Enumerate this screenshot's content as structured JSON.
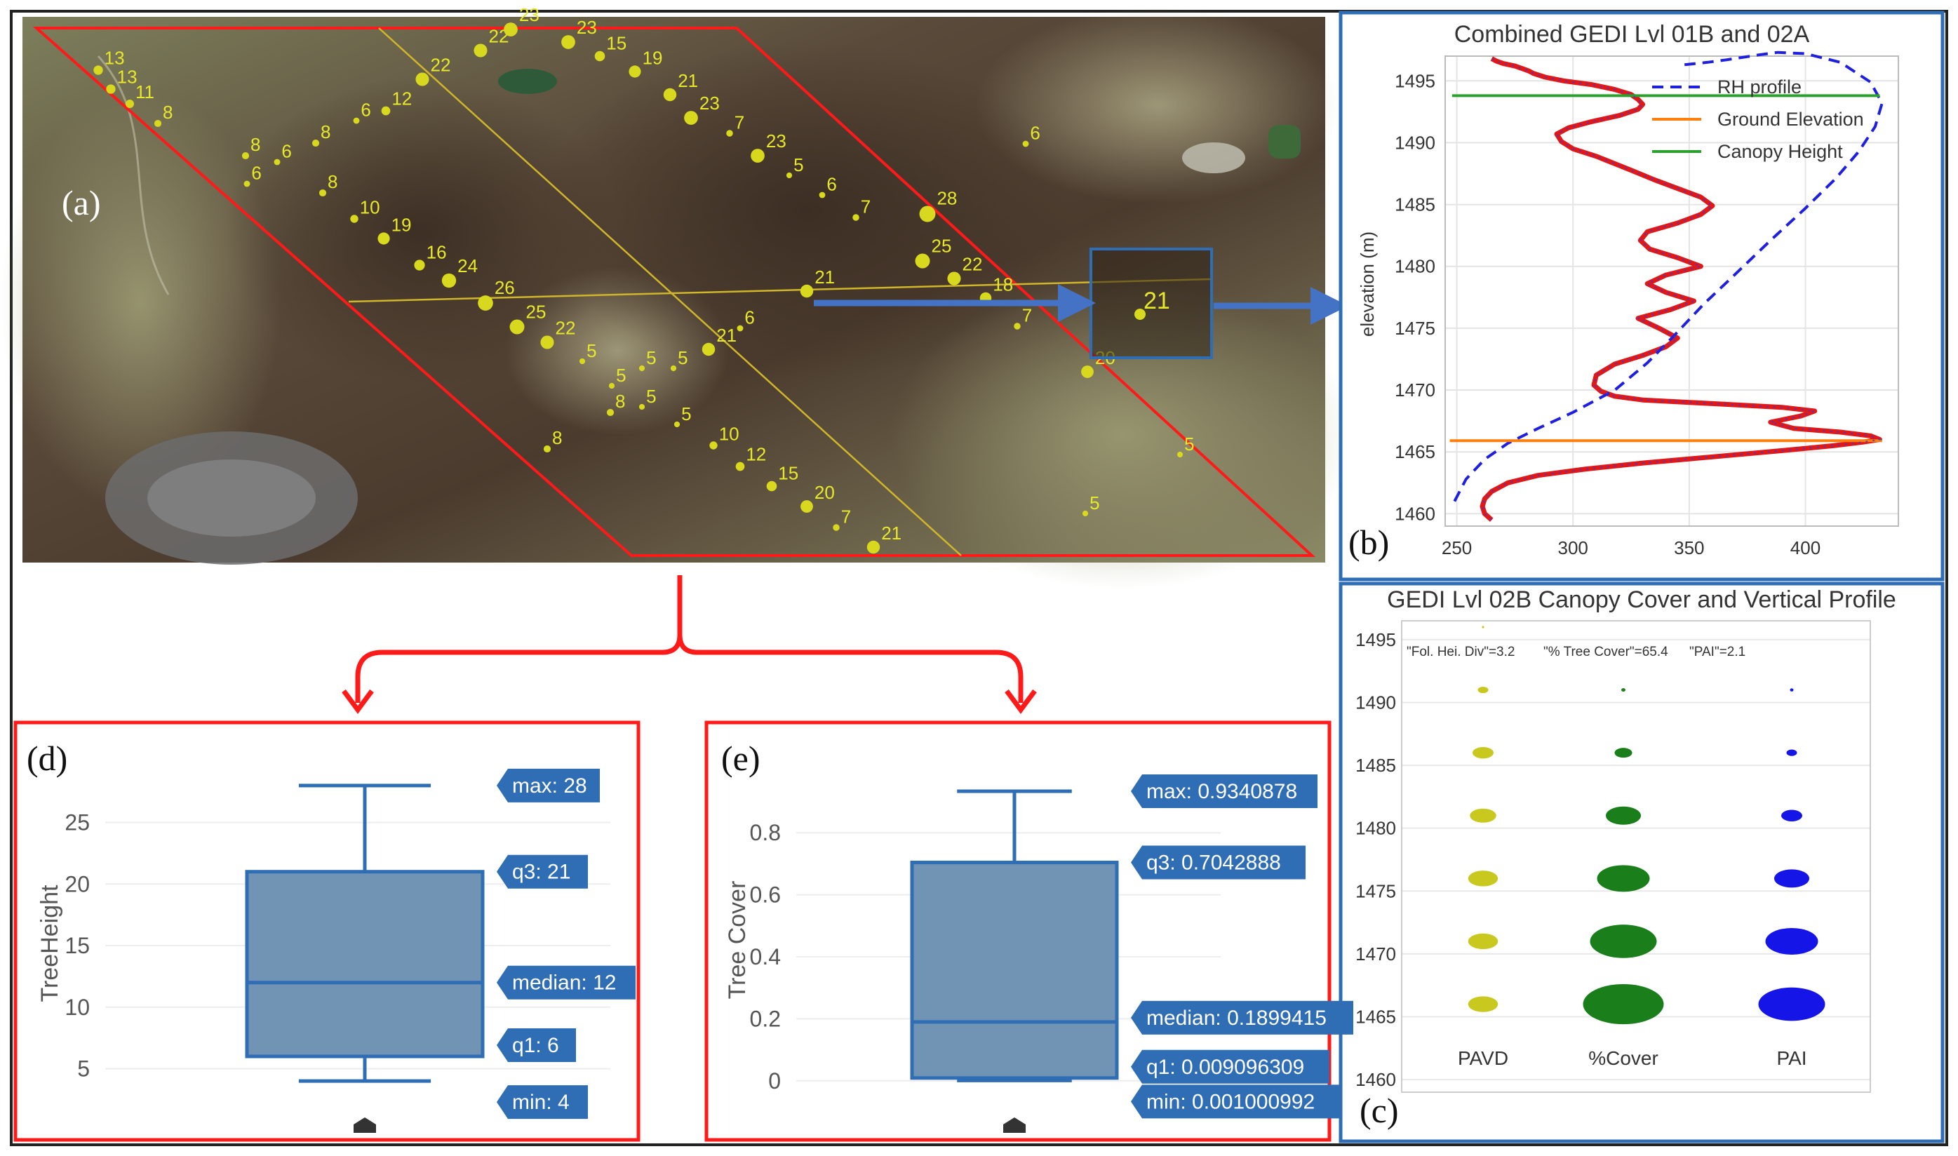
{
  "panels": {
    "a": {
      "label": "(a)",
      "points": [
        {
          "v": "13"
        },
        {
          "v": "13"
        },
        {
          "v": "11"
        },
        {
          "v": "8"
        },
        {
          "v": "8"
        },
        {
          "v": "6"
        },
        {
          "v": "6"
        },
        {
          "v": "8"
        },
        {
          "v": "8"
        },
        {
          "v": "12"
        },
        {
          "v": "22"
        },
        {
          "v": "6"
        },
        {
          "v": "10"
        },
        {
          "v": "19"
        },
        {
          "v": "16"
        },
        {
          "v": "24"
        },
        {
          "v": "26"
        },
        {
          "v": "25"
        },
        {
          "v": "22"
        },
        {
          "v": "5"
        },
        {
          "v": "5"
        },
        {
          "v": "5"
        },
        {
          "v": "8"
        },
        {
          "v": "5"
        },
        {
          "v": "5"
        },
        {
          "v": "8"
        },
        {
          "v": "22"
        },
        {
          "v": "23"
        },
        {
          "v": "23"
        },
        {
          "v": "15"
        },
        {
          "v": "19"
        },
        {
          "v": "21"
        },
        {
          "v": "23"
        },
        {
          "v": "7"
        },
        {
          "v": "23"
        },
        {
          "v": "5"
        },
        {
          "v": "6"
        },
        {
          "v": "7"
        },
        {
          "v": "28"
        },
        {
          "v": "6"
        },
        {
          "v": "21"
        },
        {
          "v": "25"
        },
        {
          "v": "22"
        },
        {
          "v": "18"
        },
        {
          "v": "7"
        },
        {
          "v": "20"
        },
        {
          "v": "21"
        },
        {
          "v": "6"
        },
        {
          "v": "5"
        },
        {
          "v": "10"
        },
        {
          "v": "12"
        },
        {
          "v": "15"
        },
        {
          "v": "20"
        },
        {
          "v": "7"
        },
        {
          "v": "21"
        },
        {
          "v": "5"
        },
        {
          "v": "5"
        }
      ],
      "inset_value": "21"
    },
    "b": {
      "label": "(b)",
      "chart_data": {
        "type": "line",
        "title": "Combined GEDI Lvl 01B and 02A",
        "ylabel": "elevation (m)",
        "xlabel": "",
        "xlim": [
          245,
          440
        ],
        "ylim": [
          1459,
          1497
        ],
        "xticks": [
          250,
          300,
          350,
          400
        ],
        "yticks": [
          1460,
          1465,
          1470,
          1475,
          1480,
          1485,
          1490,
          1495
        ],
        "grid": true,
        "legend": "top-right",
        "series": [
          {
            "name": "RH profile",
            "style": "dashed",
            "color": "#1f1fe0",
            "x": [
              249,
              254,
              262,
              272,
              285,
              300,
              318,
              332,
              343,
              356,
              370,
              385,
              400,
              413,
              423,
              430,
              433,
              428,
              415,
              400,
              388,
              380,
              373,
              366,
              358,
              348
            ],
            "y": [
              1461,
              1462.8,
              1464.4,
              1465.7,
              1466.9,
              1468.2,
              1470,
              1472.2,
              1474.3,
              1476.9,
              1479.4,
              1482.1,
              1484.7,
              1487.1,
              1489.3,
              1491.3,
              1493.2,
              1494.9,
              1496.5,
              1497.2,
              1497.3,
              1497.1,
              1496.9,
              1496.7,
              1496.5,
              1496.3
            ]
          },
          {
            "name": "Ground Elevation",
            "style": "solid",
            "color": "#ff7f0e",
            "x": [
              247,
              433
            ],
            "y": [
              1465.9,
              1465.9
            ]
          },
          {
            "name": "Canopy Height",
            "style": "solid",
            "color": "#2ca02c",
            "x": [
              248,
              432
            ],
            "y": [
              1493.8,
              1493.8
            ]
          }
        ],
        "waveform": {
          "name": "",
          "color": "#e01818",
          "x": [
            265,
            262,
            261,
            262,
            265,
            272,
            285,
            305,
            330,
            360,
            390,
            412,
            425,
            432,
            428,
            415,
            395,
            385,
            398,
            404,
            390,
            360,
            330,
            318,
            312,
            309,
            310,
            318,
            330,
            340,
            345,
            337,
            328,
            342,
            352,
            340,
            332,
            340,
            355,
            345,
            333,
            329,
            332,
            345,
            355,
            360,
            355,
            345,
            335,
            326,
            318,
            310,
            300,
            295,
            293,
            298,
            308,
            320,
            328,
            330,
            328,
            325,
            318,
            308,
            296,
            288,
            283,
            281,
            278,
            275,
            270,
            267,
            265
          ],
          "y": [
            1459.5,
            1460,
            1460.6,
            1461.2,
            1461.8,
            1462.5,
            1463.1,
            1463.6,
            1464.1,
            1464.6,
            1465.1,
            1465.5,
            1465.8,
            1466,
            1466.3,
            1466.6,
            1466.9,
            1467.4,
            1467.9,
            1468.3,
            1468.6,
            1468.9,
            1469.2,
            1469.5,
            1469.9,
            1470.4,
            1471.2,
            1472.1,
            1472.8,
            1473.5,
            1474.2,
            1475,
            1475.8,
            1476.5,
            1477.2,
            1477.9,
            1478.6,
            1479.3,
            1480,
            1480.7,
            1481.4,
            1482.1,
            1482.8,
            1483.5,
            1484.2,
            1484.9,
            1485.6,
            1486.3,
            1487,
            1487.7,
            1488.3,
            1488.9,
            1489.5,
            1490.1,
            1490.7,
            1491.2,
            1491.7,
            1492.2,
            1492.7,
            1493.1,
            1493.5,
            1493.9,
            1494.3,
            1494.7,
            1495,
            1495.3,
            1495.6,
            1495.8,
            1496,
            1496.2,
            1496.4,
            1496.6,
            1496.8
          ]
        }
      }
    },
    "c": {
      "label": "(c)",
      "chart_data": {
        "type": "scatter",
        "title": "GEDI Lvl 02B Canopy Cover and Vertical Profile",
        "ylim": [
          1459,
          1496.5
        ],
        "yticks": [
          1460,
          1465,
          1470,
          1475,
          1480,
          1485,
          1490,
          1495
        ],
        "grid": true,
        "categories": [
          "PAVD",
          "%Cover",
          "PAI"
        ],
        "annotations": [
          "\"Fol. Hei. Div\"=3.2",
          "\"% Tree Cover\"=65.4",
          "\"PAI\"=2.1"
        ],
        "series": [
          {
            "name": "PAVD",
            "color": "#c8c81e",
            "y": [
              1496,
              1491,
              1486,
              1481,
              1476,
              1471,
              1466
            ],
            "size": [
              0.06,
              0.3,
              0.6,
              0.75,
              0.85,
              0.85,
              0.85
            ]
          },
          {
            "name": "%Cover",
            "color": "#1a7f1a",
            "y": [
              1491,
              1486,
              1481,
              1476,
              1471,
              1466
            ],
            "size": [
              0.12,
              0.5,
              1.0,
              1.5,
              1.9,
              2.3
            ]
          },
          {
            "name": "PAI",
            "color": "#1515e8",
            "y": [
              1491,
              1486,
              1481,
              1476,
              1471,
              1466
            ],
            "size": [
              0.1,
              0.3,
              0.6,
              1.0,
              1.5,
              1.9
            ]
          }
        ]
      }
    },
    "d": {
      "label": "(d)",
      "chart_data": {
        "type": "box",
        "ylabel": "TreeHeight",
        "ylim": [
          1.5,
          29.7
        ],
        "yticks": [
          5,
          10,
          15,
          20,
          25
        ],
        "stats": {
          "min": 4,
          "q1": 6,
          "median": 12,
          "q3": 21,
          "max": 28
        },
        "labels": {
          "max": "max: 28",
          "q3": "q3: 21",
          "median": "median: 12",
          "q1": "q1: 6",
          "min": "min: 4"
        }
      }
    },
    "e": {
      "label": "(e)",
      "chart_data": {
        "type": "box",
        "ylabel": "Tree Cover",
        "ylim": [
          -0.1,
          1.02
        ],
        "yticks": [
          0,
          0.2,
          0.4,
          0.6,
          0.8
        ],
        "stats": {
          "min": 0.001000992,
          "q1": 0.009096309,
          "median": 0.1899415,
          "q3": 0.7042888,
          "max": 0.9340878
        },
        "labels": {
          "max": "max: 0.9340878",
          "q3": "q3: 0.7042888",
          "median": "median: 0.1899415",
          "q1": "q1: 0.009096309",
          "min": "min: 0.001000992"
        }
      }
    }
  },
  "colors": {
    "red_frame": "#ff1a1a",
    "blue_frame": "#2f6db5",
    "box_fill": "#7194b5",
    "box_stroke": "#2f6db5",
    "label_bg": "#2f6db5",
    "point_yellow": "#d8d81e",
    "arrow_blue": "#4472c4"
  }
}
